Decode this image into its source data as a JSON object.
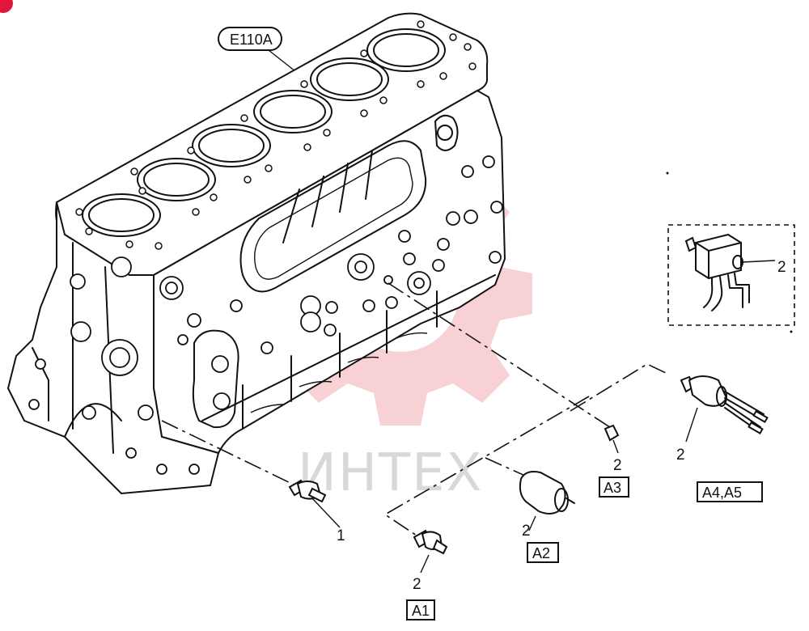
{
  "diagram": {
    "drawing_code": "E110A",
    "watermark": "ИНТЕХ",
    "colors": {
      "line": "#111111",
      "watermark_gear": "#f6c9cc",
      "watermark_text": "#d8d8d8",
      "corner_mark": "#e0173c"
    },
    "callouts": [
      {
        "id": "part-1",
        "number": "1",
        "variant": ""
      },
      {
        "id": "part-a1",
        "number": "2",
        "variant": "A1"
      },
      {
        "id": "part-a2",
        "number": "2",
        "variant": "A2"
      },
      {
        "id": "part-a3",
        "number": "2",
        "variant": "A3"
      },
      {
        "id": "part-a4a5",
        "number": "2",
        "variant": "A4,A5"
      },
      {
        "id": "part-inset",
        "number": "2",
        "variant": ""
      }
    ]
  }
}
